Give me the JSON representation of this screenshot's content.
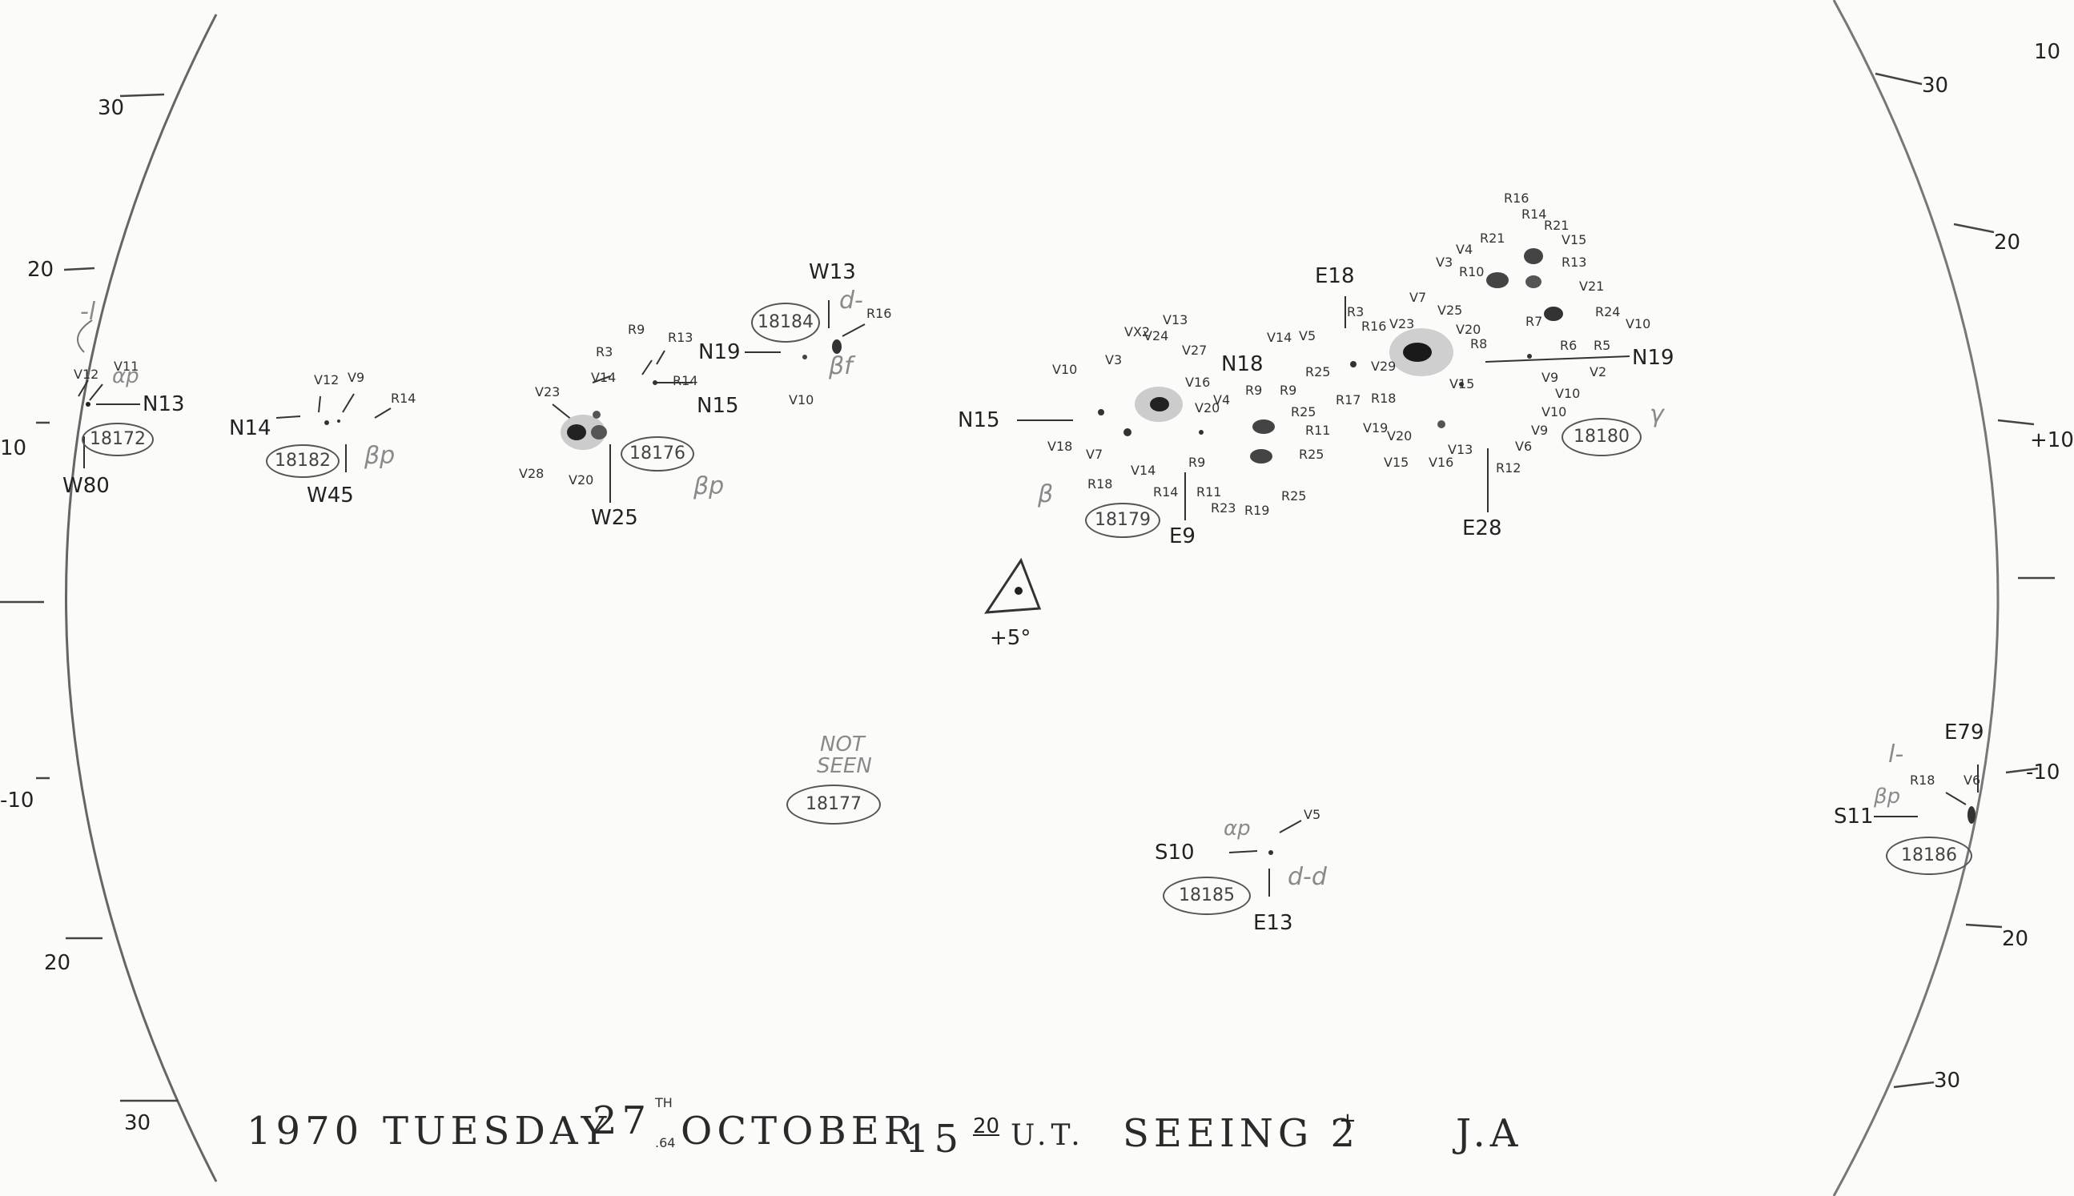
{
  "footer": {
    "year": "1970",
    "weekday": "TUESDAY",
    "day": "27",
    "day_suffix": "TH",
    "day_fraction": ".64",
    "month": "OCTOBER",
    "hour": "15",
    "minute": "20",
    "ut": "U.T.",
    "seeing": "SEEING 2",
    "seeing_plus": "+",
    "observer": "J.A"
  },
  "grid": {
    "left_labels": [
      "30",
      "20",
      "10",
      "-10",
      "20",
      "30"
    ],
    "right_labels": [
      "30",
      "20",
      "+10",
      "-10",
      "20",
      "30"
    ],
    "edge_mark_top_right": "10"
  },
  "regions": [
    {
      "id": "18172",
      "pos": "N13",
      "lon": "W80",
      "class": "αp",
      "mag": "-l"
    },
    {
      "id": "18182",
      "pos": "N14",
      "lon": "W45",
      "class": "βp"
    },
    {
      "id": "18176",
      "pos": "N15",
      "lon": "W25",
      "class": "βp"
    },
    {
      "id": "18184",
      "pos": "N19",
      "lon": "W13",
      "class": "βf",
      "mag": "d-"
    },
    {
      "id": "18179",
      "pos": "N15",
      "lon": "E9",
      "class": "β"
    },
    {
      "id": "18180",
      "pos": "N19",
      "lon": "E28",
      "class": "γ",
      "extra_pos": "N18",
      "extra_lon": "E18"
    },
    {
      "id": "18177",
      "note_line1": "NOT",
      "note_line2": "SEEN"
    },
    {
      "id": "18185",
      "pos": "S10",
      "lon": "E13",
      "class": "αp",
      "mag": "d-d"
    },
    {
      "id": "18186",
      "pos": "S11",
      "lon": "E79",
      "class": "βp",
      "mag": "l-"
    }
  ],
  "centre_marker": "+5°",
  "spot_labels": {
    "r18172": [
      "V12",
      "V11"
    ],
    "r18182": [
      "V12",
      "V9",
      "R14"
    ],
    "r18176": [
      "R3",
      "R9",
      "R13",
      "V14",
      "R14",
      "V23",
      "V28",
      "V20"
    ],
    "r18184": [
      "R16",
      "V10"
    ],
    "r18179": [
      "V10",
      "V3",
      "VX2",
      "V24",
      "V13",
      "V27",
      "V16",
      "V20",
      "V18",
      "V7",
      "V14",
      "R18",
      "R14",
      "R9",
      "R11",
      "R23",
      "R19",
      "R25",
      "V4",
      "R9",
      "R9",
      "R25",
      "R11",
      "R25",
      "R25",
      "V14",
      "V5"
    ],
    "r18180": [
      "R3",
      "R16",
      "V29",
      "V23",
      "V7",
      "V3",
      "V4",
      "R10",
      "R21",
      "R16",
      "R14",
      "R21",
      "V15",
      "R13",
      "V21",
      "R24",
      "V10",
      "V25",
      "V20",
      "R8",
      "R7",
      "R6",
      "R5",
      "V2",
      "V9",
      "V10",
      "V10",
      "V9",
      "V6",
      "R12",
      "V15",
      "V16",
      "V13",
      "V15",
      "V20",
      "V19",
      "R17",
      "R18"
    ],
    "r18185": [
      "V5"
    ],
    "r18186": [
      "R18",
      "V6"
    ]
  }
}
